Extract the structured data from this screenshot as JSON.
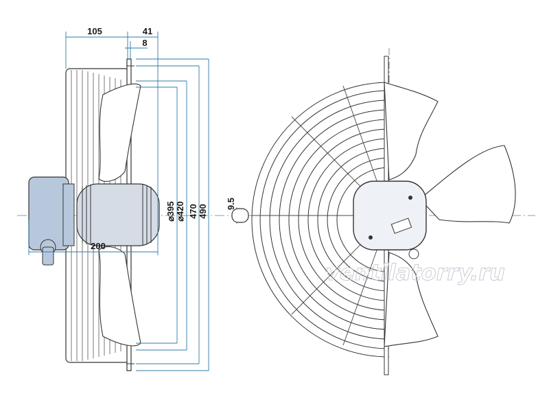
{
  "dimensions": {
    "depth_total": "200",
    "depth_rear": "105",
    "depth_flange": "41",
    "flange_thickness": "8",
    "dia_395": "395",
    "dia_420": "420",
    "dia_470": "470",
    "dia_490": "490",
    "slot": "9.5",
    "diameter_symbol": "⌀"
  },
  "watermark": "ventilatorry.ru",
  "colors": {
    "dimension_line": "#2c78a8",
    "outline": "#333333",
    "motor_fill": "#b8c8dc",
    "axis": "#3a8ac0"
  }
}
